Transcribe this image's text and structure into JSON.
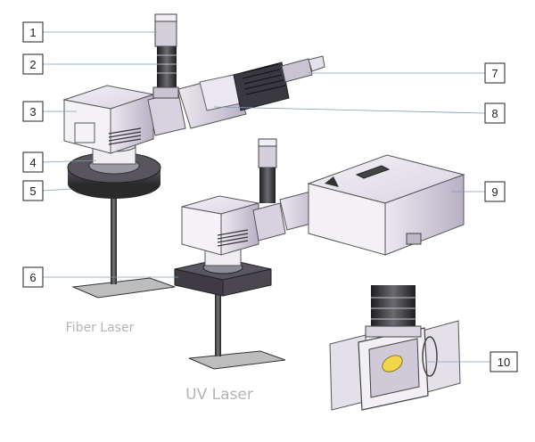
{
  "callouts": [
    {
      "number": "1"
    },
    {
      "number": "2"
    },
    {
      "number": "3"
    },
    {
      "number": "4"
    },
    {
      "number": "5"
    },
    {
      "number": "6"
    },
    {
      "number": "7"
    },
    {
      "number": "8"
    },
    {
      "number": "9"
    },
    {
      "number": "10"
    }
  ],
  "captions": {
    "fiber": "Fiber Laser",
    "uv": "UV Laser"
  }
}
